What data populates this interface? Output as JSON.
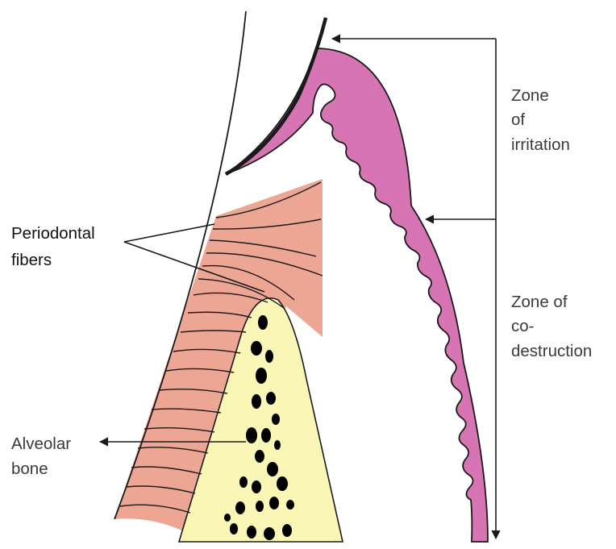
{
  "labels": {
    "periodontal_fibers": [
      "Periodontal",
      "fibers"
    ],
    "alveolar_bone": [
      "Alveolar",
      "bone"
    ],
    "zone_irritation": [
      "Zone",
      "of",
      "irritation"
    ],
    "zone_codestruction": [
      "Zone of",
      "co-",
      "destruction"
    ]
  },
  "colors": {
    "gingiva": "#d774b4",
    "ligament": "#eda594",
    "bone": "#faf6b6",
    "marrow": "#000000",
    "line": "#1a1a1a"
  }
}
